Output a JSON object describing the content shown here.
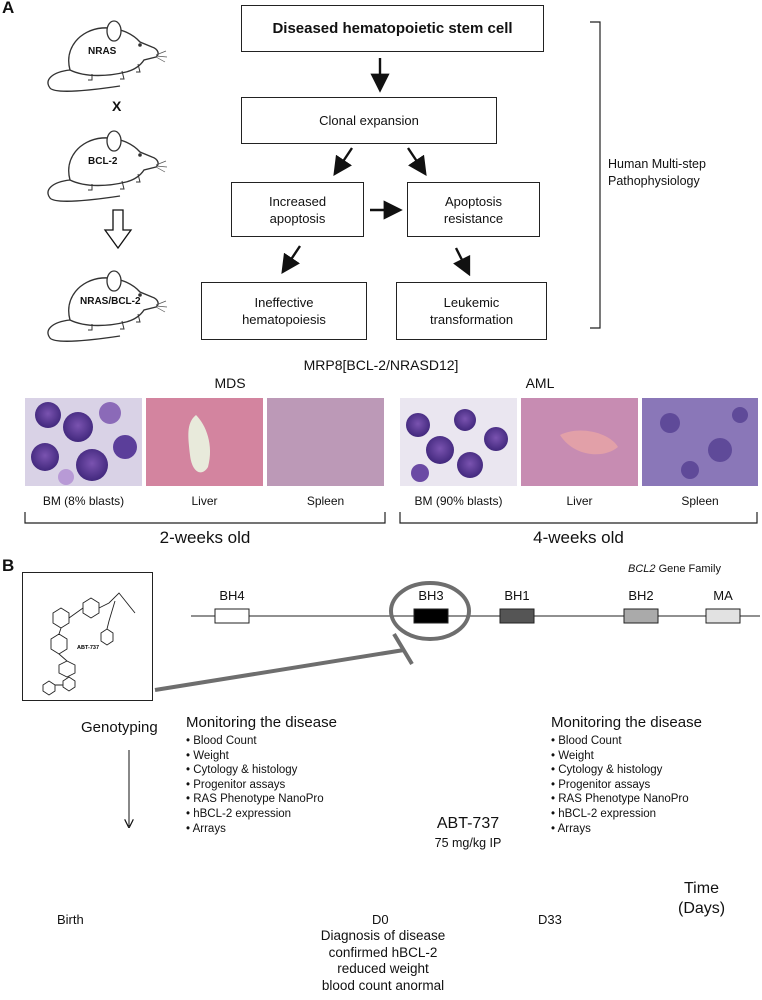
{
  "panel_a": {
    "letter": "A",
    "mice": {
      "top": "NRAS",
      "cross": "X",
      "middle": "BCL-2",
      "bottom": "NRAS/BCL-2"
    },
    "boxes": {
      "stem_cell": "Diseased  hematopoietic stem cell",
      "clonal": "Clonal expansion",
      "increased_apoptosis": "Increased apoptosis",
      "apoptosis_resistance": "Apoptosis resistance",
      "ineffective": "Ineffective hematopoiesis",
      "leukemic": "Leukemic transformation"
    },
    "bracket_label": "Human Multi-step Pathophysiology",
    "model_title": "MRP8[BCL-2/NRASD12]",
    "mds": {
      "title": "MDS",
      "captions": [
        "BM (8% blasts)",
        "Liver",
        "Spleen"
      ],
      "age": "2-weeks old"
    },
    "aml": {
      "title": "AML",
      "captions": [
        "BM (90% blasts)",
        "Liver",
        "Spleen"
      ],
      "age": "4-weeks old"
    }
  },
  "panel_b": {
    "letter": "B",
    "compound": "ABT-737",
    "gene_family_italic": "BCL2",
    "gene_family_rest": " Gene Family",
    "domains": [
      "BH4",
      "BH3",
      "BH1",
      "BH2",
      "MA"
    ],
    "genotyping": "Genotyping",
    "monitoring": {
      "title": "Monitoring the disease",
      "items": [
        "Blood Count",
        "Weight",
        "Cytology & histology",
        "Progenitor  assays",
        "RAS  Phenotype NanoPro",
        "hBCL-2 expression",
        "Arrays"
      ]
    },
    "treatment": {
      "name": "ABT-737",
      "dose": "75 mg/kg IP"
    },
    "timeline": {
      "birth": "Birth",
      "d0": "D0",
      "d33": "D33",
      "time_label": "Time",
      "time_unit": "(Days)",
      "d0_notes": [
        "Diagnosis of disease",
        "confirmed hBCL-2",
        "reduced weight",
        "blood count anormal"
      ]
    }
  },
  "colors": {
    "bh3": "#000000",
    "bh1": "#555555",
    "bh2": "#aaaaaa",
    "ma": "#e2e2e2",
    "inhibitor_line": "#6e6e6e"
  }
}
